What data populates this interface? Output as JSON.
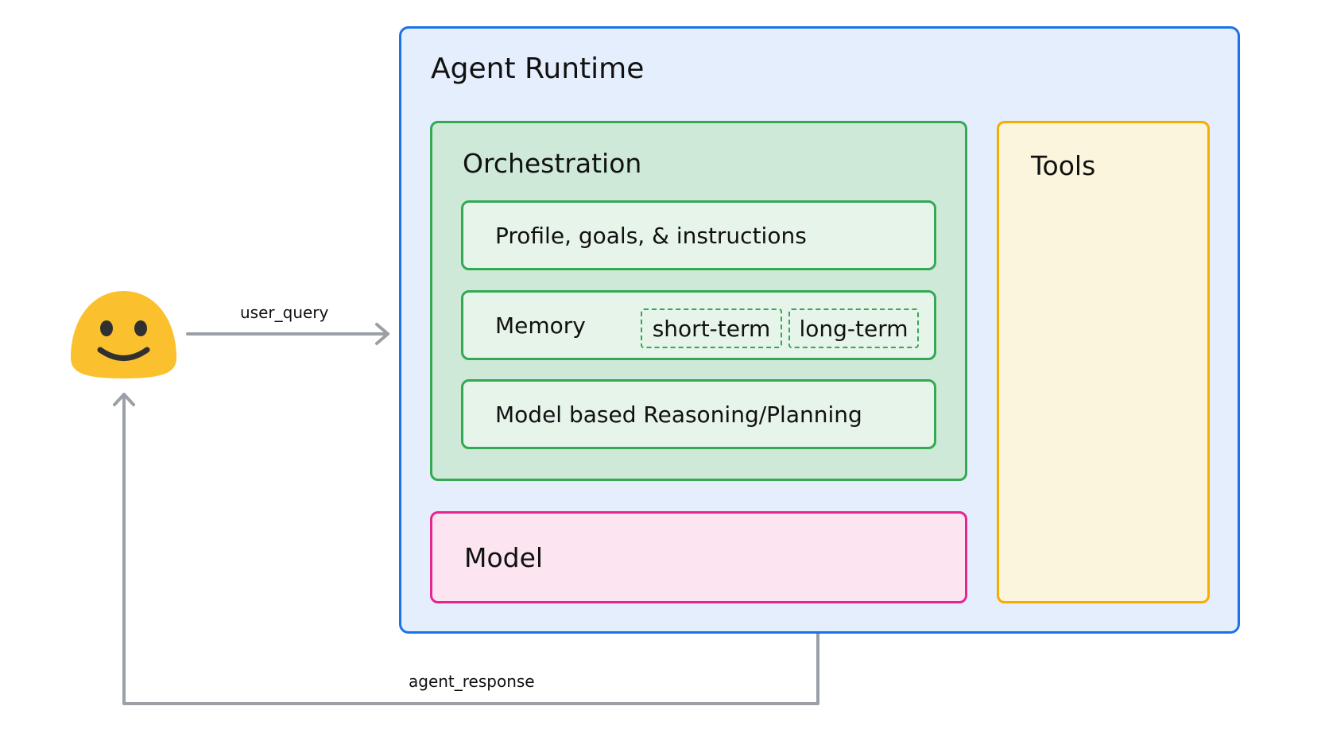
{
  "edges": {
    "user_query": "user_query",
    "agent_response": "agent_response"
  },
  "runtime": {
    "title": "Agent Runtime",
    "orchestration": {
      "title": "Orchestration",
      "items": [
        {
          "label": "Profile, goals, & instructions"
        },
        {
          "label": "Memory",
          "tags": [
            "short-term",
            "long-term"
          ]
        },
        {
          "label": "Model based Reasoning/Planning"
        }
      ]
    },
    "model": {
      "title": "Model"
    },
    "tools": {
      "title": "Tools"
    }
  },
  "colors": {
    "runtime_fill": "#e4eefc",
    "runtime_border": "#1a73e8",
    "orchestration_fill": "#cee9d7",
    "orchestration_border": "#34a853",
    "item_fill": "#e6f4e9",
    "model_fill": "#fce4f1",
    "model_border": "#e52592",
    "tools_fill": "#fcf5de",
    "tools_border": "#f9ab00",
    "connector": "#9aa0a6",
    "emoji": "#fbc02d"
  },
  "icons": {
    "user": "smiling-face-icon"
  }
}
